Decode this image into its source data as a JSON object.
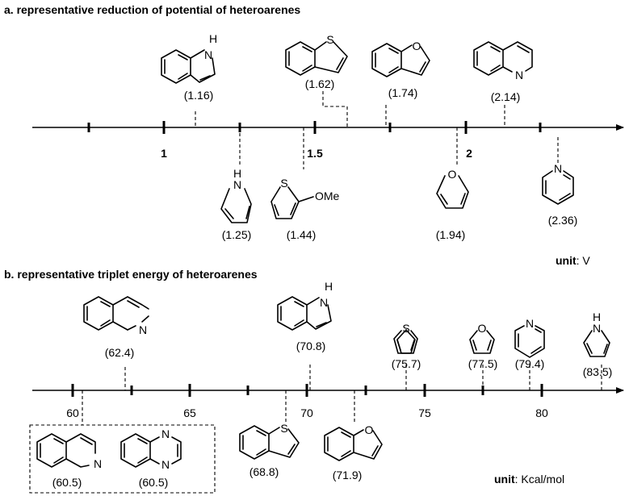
{
  "panel_a": {
    "heading": "a. representative reduction of potential of heteroarenes",
    "tick_labels": {
      "one": "1",
      "one_five": "1.5",
      "two": "2"
    },
    "compounds": {
      "indole": {
        "value": "(1.16)",
        "atom": "H",
        "atom2": "N"
      },
      "pyrrole": {
        "value": "(1.25)",
        "atom": "H",
        "atom2": "N"
      },
      "methoxythiophene": {
        "value": "(1.44)",
        "atom": "S",
        "sub": "OMe"
      },
      "benzothiophene": {
        "value": "(1.62)",
        "atom": "S"
      },
      "benzofuran": {
        "value": "(1.74)",
        "atom": "O"
      },
      "furan": {
        "value": "(1.94)",
        "atom": "O"
      },
      "quinoline": {
        "value": "(2.14)",
        "atom": "N"
      },
      "pyridine": {
        "value": "(2.36)",
        "atom": "N"
      }
    },
    "unit_label": "unit",
    "unit_value": ": V"
  },
  "panel_b": {
    "heading": "b. representative triplet energy of heteroarenes",
    "tick_labels": {
      "t60": "60",
      "t65": "65",
      "t70": "70",
      "t75": "75",
      "t80": "80"
    },
    "compounds": {
      "isoquinoline": {
        "value": "(60.5)",
        "atom": "N"
      },
      "quinoxaline": {
        "value": "(60.5)",
        "atom": "N",
        "atom2": "N"
      },
      "quinoline": {
        "value": "(62.4)",
        "atom": "N"
      },
      "benzothiophene": {
        "value": "(68.8)",
        "atom": "S"
      },
      "indole": {
        "value": "(70.8)",
        "atom": "H",
        "atom2": "N"
      },
      "benzofuran": {
        "value": "(71.9)",
        "atom": "O"
      },
      "thiophene": {
        "value": "(75.7)",
        "atom": "S"
      },
      "furan": {
        "value": "(77.5)",
        "atom": "O"
      },
      "pyridine": {
        "value": "(79.4)",
        "atom": "N"
      },
      "pyrrole": {
        "value": "(83.5)",
        "atom": "H",
        "atom2": "N"
      }
    },
    "unit_label": "unit",
    "unit_value": ": Kcal/mol"
  }
}
